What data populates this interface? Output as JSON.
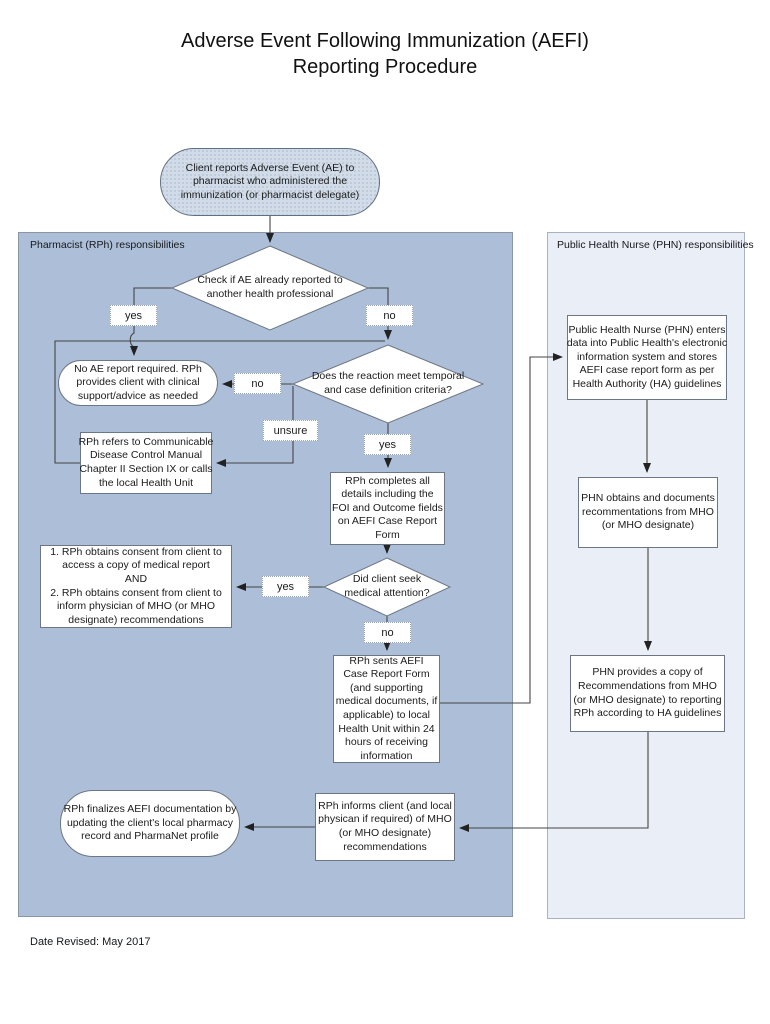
{
  "title": "Adverse Event Following Immunization (AEFI)\nReporting Procedure",
  "footer": "Date Revised: May 2017",
  "panels": {
    "pharmacist": {
      "label": "Pharmacist (RPh) responsibilities"
    },
    "phn": {
      "label": "Public Health Nurse (PHN) responsibilities"
    }
  },
  "nodes": {
    "start": "Client reports Adverse Event (AE) to\npharmacist who administered the\nimmunization (or pharmacist delegate)",
    "check_reported": "Check if AE already reported to\nanother health professional",
    "no_report_required": "No AE report required. RPh\nprovides client with clinical\nsupport/advice as needed",
    "criteria": "Does the reaction meet temporal\nand case definition criteria?",
    "refers_manual": "RPh refers to Communicable\nDisease Control Manual\nChapter II Section IX or calls\nthe local Health Unit",
    "completes_details": "RPh completes all\ndetails including the\nFOI and Outcome fields\non AEFI Case Report\nForm",
    "consent": "1. RPh obtains consent from client to\naccess a copy of medical report\nAND\n2. RPh obtains consent from client to\ninform physician of MHO (or MHO\ndesignate) recommendations",
    "medical_attention": "Did client seek\nmedical attention?",
    "sends_form": "RPh sents AEFI\nCase Report Form\n(and supporting\nmedical documents, if\napplicable) to local\nHealth Unit within 24\nhours of receiving\ninformation",
    "informs_client": "RPh informs client (and local\nphysican if required) of MHO\n(or MHO designate)\nrecommendations",
    "finalizes": "RPh finalizes AEFI documentation by\nupdating the client's local pharmacy\nrecord and PharmaNet profile",
    "phn_enters_data": "Public Health Nurse (PHN) enters\ndata into Public Health's electronic\ninformation system and stores\nAEFI case report form as per\nHealth Authority (HA) guidelines",
    "phn_obtains": "PHN obtains and documents\nrecommentations from MHO\n(or MHO designate)",
    "phn_provides": "PHN provides a copy of\nRecommendations from MHO\n(or MHO designate) to reporting\nRPh according to HA guidelines"
  },
  "edge_labels": {
    "yes1": "yes",
    "no1": "no",
    "no2": "no",
    "unsure": "unsure",
    "yes2": "yes",
    "yes3": "yes",
    "no3": "no"
  },
  "colors": {
    "pharmacist_panel": "#adbfd8",
    "phn_panel": "#eaeef6",
    "start_node_fill": "#d2dce8",
    "connector_line": "#444444",
    "shape_border": "#6d7683"
  }
}
